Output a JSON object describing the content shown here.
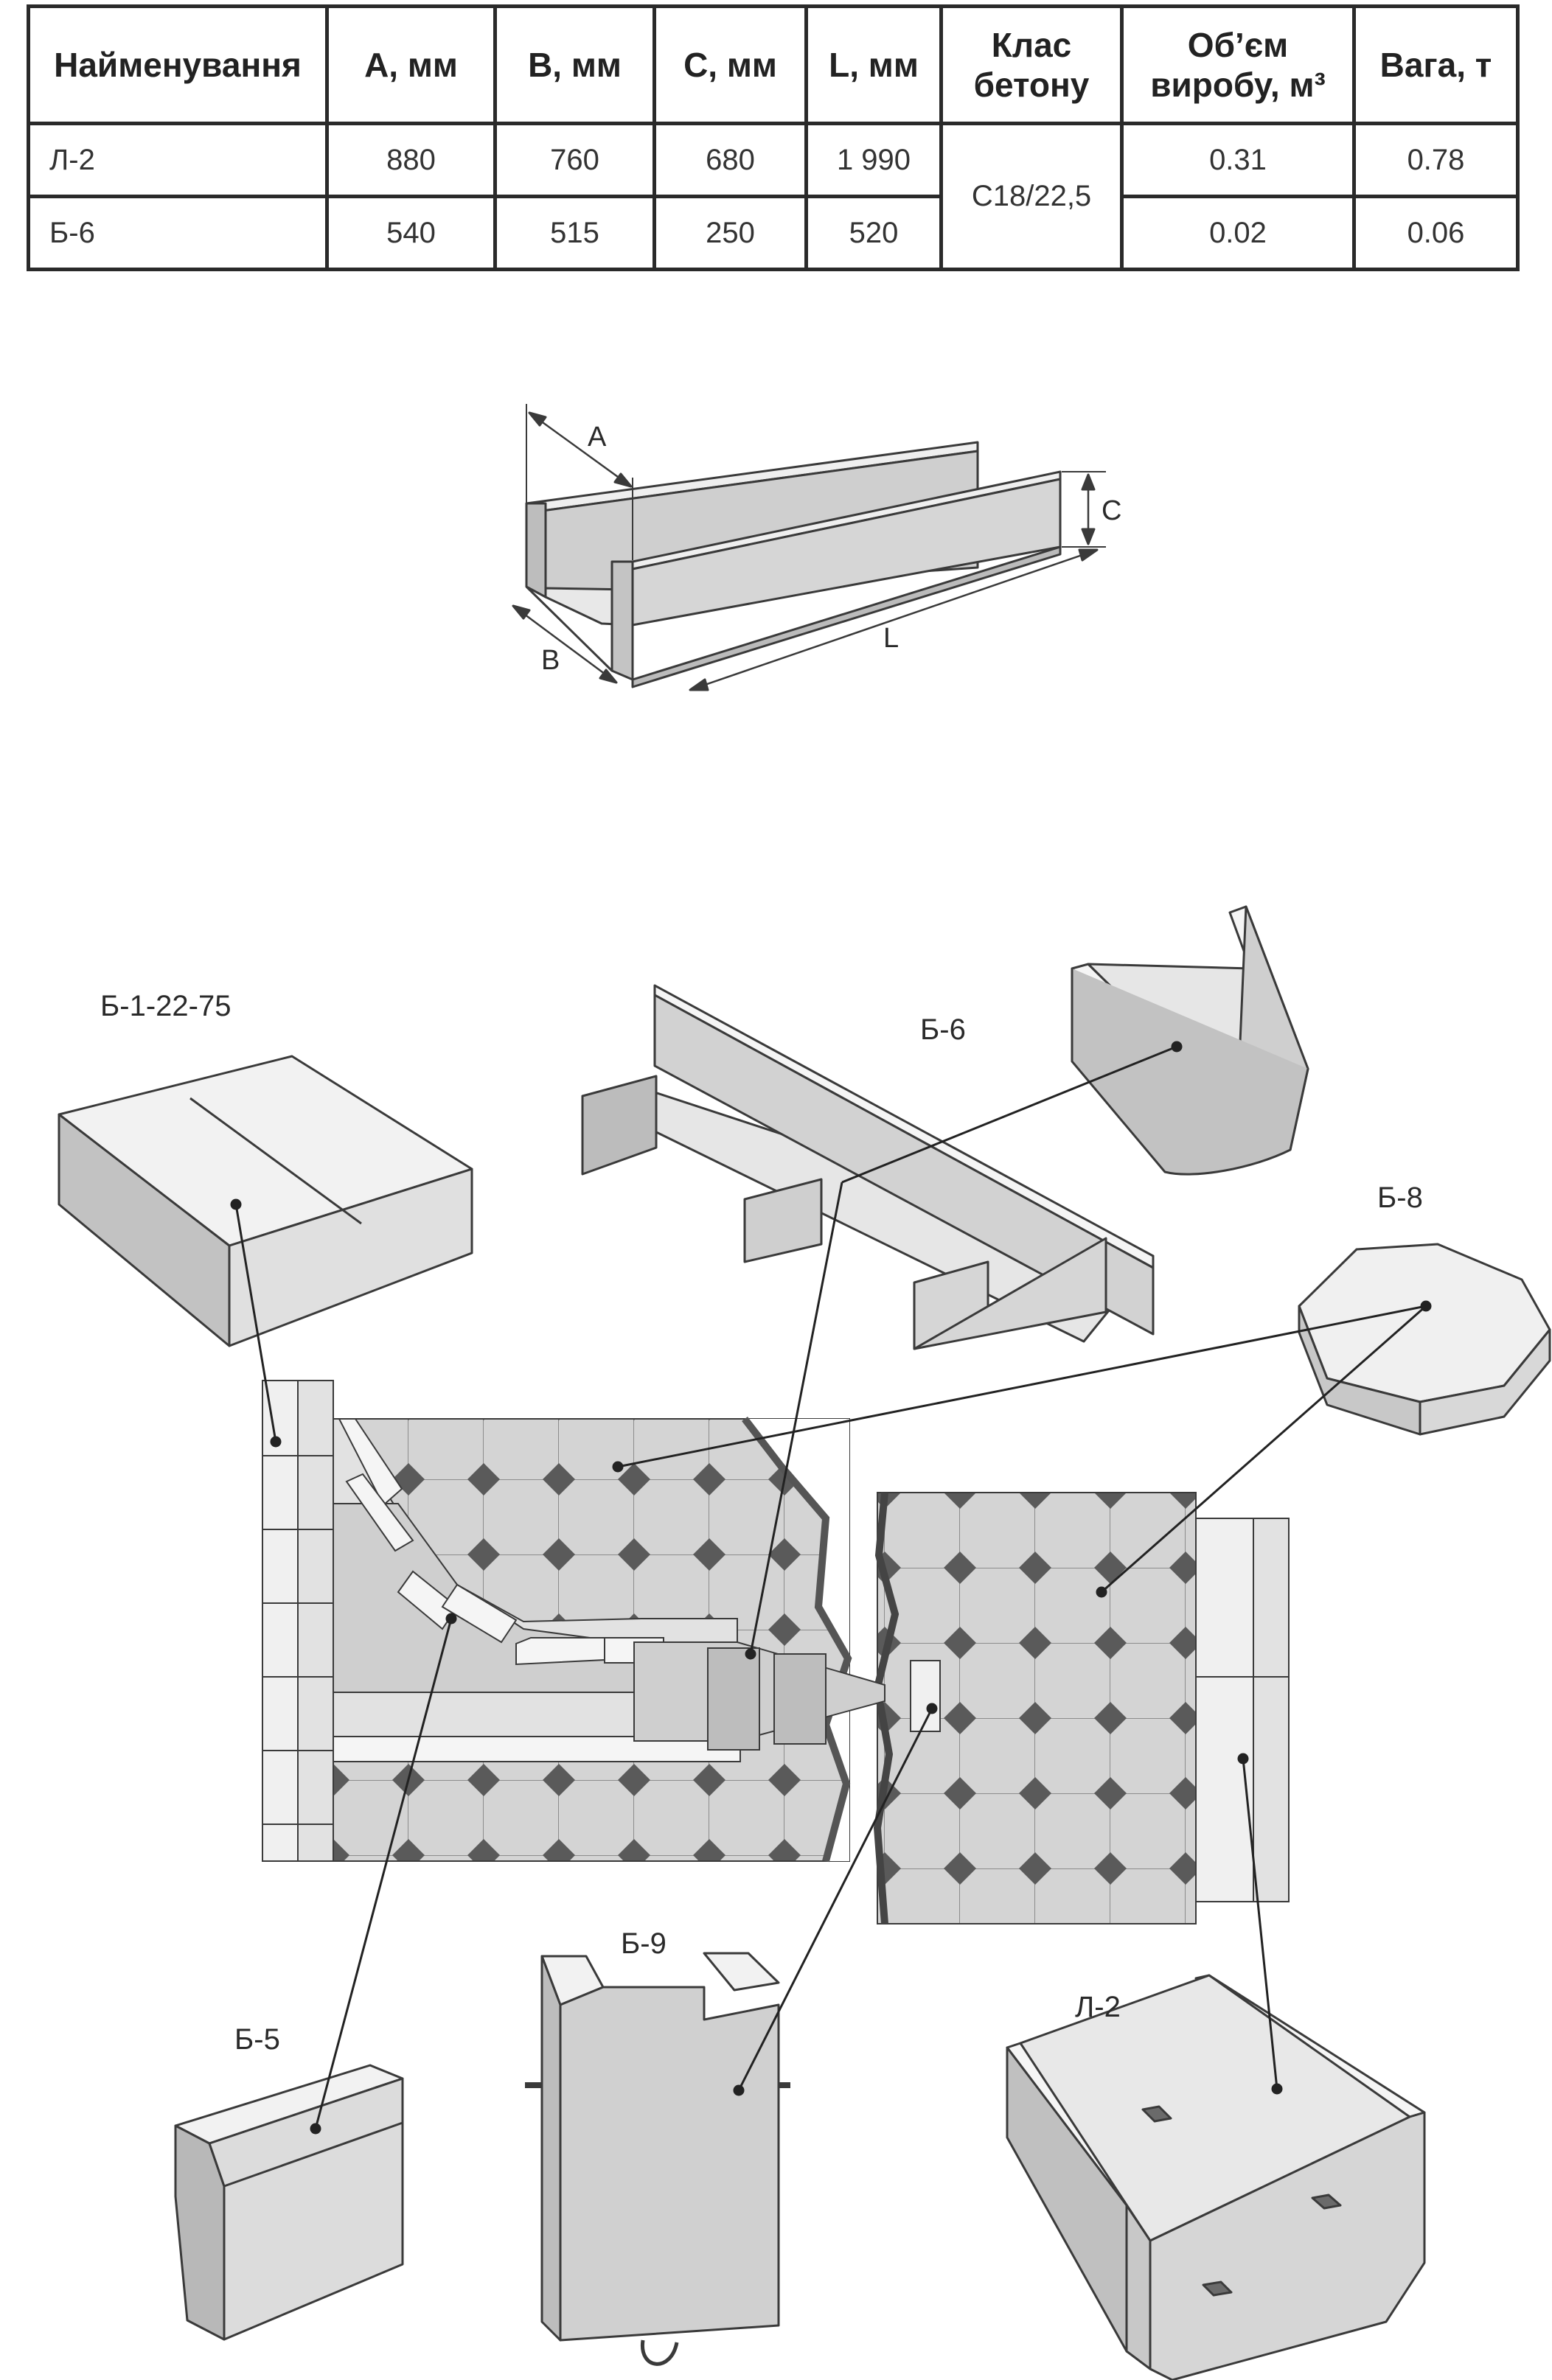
{
  "table": {
    "headers": [
      "Найменування",
      "A, мм",
      "B, мм",
      "C, мм",
      "L, мм",
      "Клас бетону",
      "Об’єм виробу, м³",
      "Вага, т"
    ],
    "rows": [
      {
        "name": "Л-2",
        "a": "880",
        "b": "760",
        "c": "680",
        "l": "1 990",
        "volume": "0.31",
        "weight": "0.78"
      },
      {
        "name": "Б-6",
        "a": "540",
        "b": "515",
        "c": "250",
        "l": "520",
        "volume": "0.02",
        "weight": "0.06"
      }
    ],
    "concrete_class": "C18/22,5"
  },
  "dimension_labels": {
    "a": "A",
    "b": "B",
    "c": "C",
    "l": "L"
  },
  "callouts": {
    "b1": "Б-1-22-75",
    "b6": "Б-6",
    "b8": "Б-8",
    "b5": "Б-5",
    "b9": "Б-9",
    "l2": "Л-2"
  }
}
